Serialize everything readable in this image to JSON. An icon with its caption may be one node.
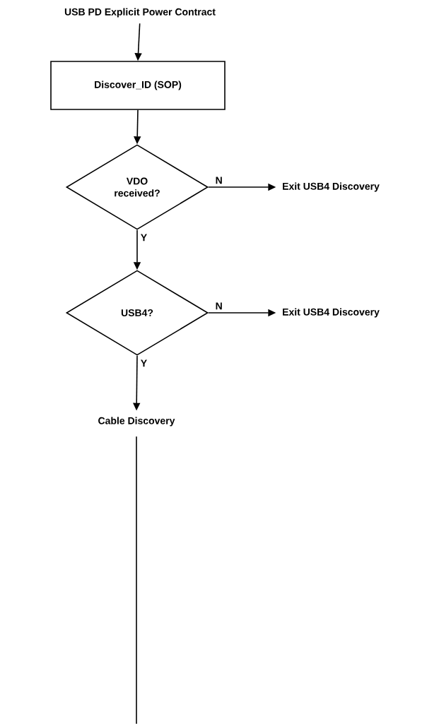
{
  "diagram": {
    "nodes": [
      {
        "text": [
          "USB PD Explicit Power Contract"
        ]
      },
      {
        "text": [
          "Discover_ID (SOP)"
        ]
      },
      {
        "text": [
          "VDO received?"
        ]
      },
      {
        "text": [
          "Exit USB4 Discovery"
        ]
      },
      {
        "text": [
          "USB4?"
        ]
      },
      {
        "text": [
          "Exit USB4 Discovery"
        ]
      },
      {
        "text": [
          "Cable Discovery"
        ]
      }
    ],
    "edges": [
      {
        "from": 0,
        "to": 1,
        "arrow": "to"
      },
      {
        "from": 1,
        "to": 2,
        "arrow": "to"
      },
      {
        "from": 2,
        "to": 3,
        "arrow": "to",
        "label": "N"
      },
      {
        "from": 2,
        "to": 4,
        "arrow": "to",
        "label": "Y"
      },
      {
        "from": 4,
        "to": 5,
        "arrow": "to",
        "label": "N"
      },
      {
        "from": 4,
        "to": 6,
        "arrow": "to",
        "label": "Y"
      },
      {
        "from": 6,
        "to": null,
        "arrow": "none"
      }
    ]
  }
}
